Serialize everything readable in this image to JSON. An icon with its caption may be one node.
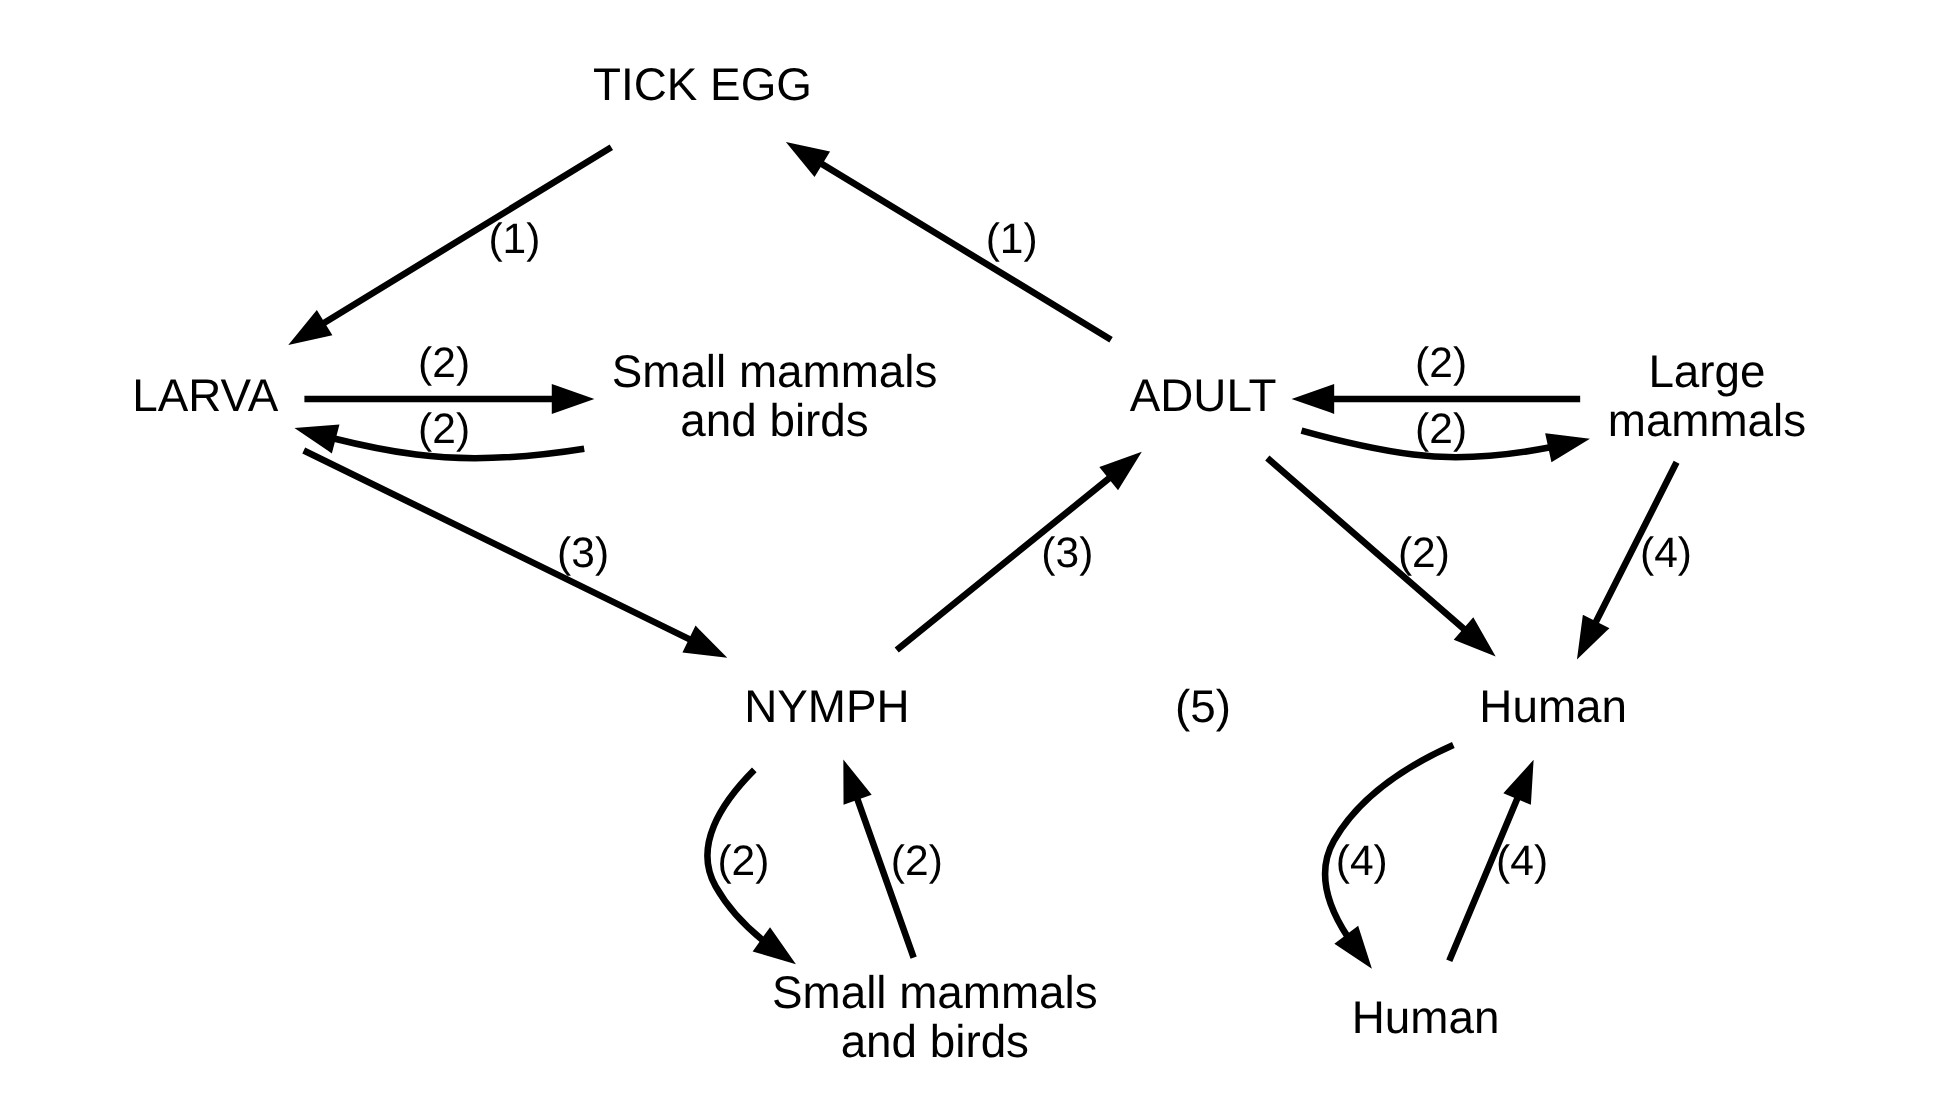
{
  "diagram": {
    "nodes": [
      {
        "text": [
          "TICK EGG"
        ]
      },
      {
        "text": [
          "Large mammals"
        ]
      },
      {
        "text": [
          "ADULT"
        ]
      },
      {
        "text": [
          "LARVA"
        ]
      },
      {
        "text": [
          "Small mammals and birds"
        ]
      },
      {
        "text": [
          "Human"
        ]
      },
      {
        "text": [
          "NYMPH"
        ]
      },
      {
        "text": [
          "Human"
        ]
      },
      {
        "text": [
          "Small mammals and birds"
        ]
      }
    ],
    "edges": [
      {
        "from": 2,
        "to": 0,
        "arrow": "to",
        "label": "(1)"
      },
      {
        "from": 0,
        "to": 3,
        "arrow": "to",
        "label": "(1)"
      },
      {
        "from": 3,
        "to": 4,
        "arrow": "to",
        "label": "(2)"
      },
      {
        "from": 4,
        "to": 3,
        "arrow": "to",
        "label": "(2)"
      },
      {
        "from": 3,
        "to": 6,
        "arrow": "to",
        "label": "(3)"
      },
      {
        "from": 6,
        "to": 2,
        "arrow": "to",
        "label": "(3)"
      },
      {
        "from": 1,
        "to": 2,
        "arrow": "to",
        "label": "(2)"
      },
      {
        "from": 2,
        "to": 1,
        "arrow": "to",
        "label": "(2)"
      },
      {
        "from": 1,
        "to": 5,
        "arrow": "to",
        "label": "(4)"
      },
      {
        "from": 2,
        "to": 5,
        "arrow": "to",
        "label": "(2)"
      },
      {
        "from": 5,
        "to": 7,
        "arrow": "to",
        "label": "(4)"
      },
      {
        "from": 7,
        "to": 5,
        "arrow": "to",
        "label": "(4)"
      },
      {
        "from": 6,
        "to": 8,
        "arrow": "to",
        "label": "(2)"
      },
      {
        "from": 8,
        "to": 6,
        "arrow": "to",
        "label": "(2)"
      }
    ],
    "labels": [
      "(5)"
    ]
  }
}
